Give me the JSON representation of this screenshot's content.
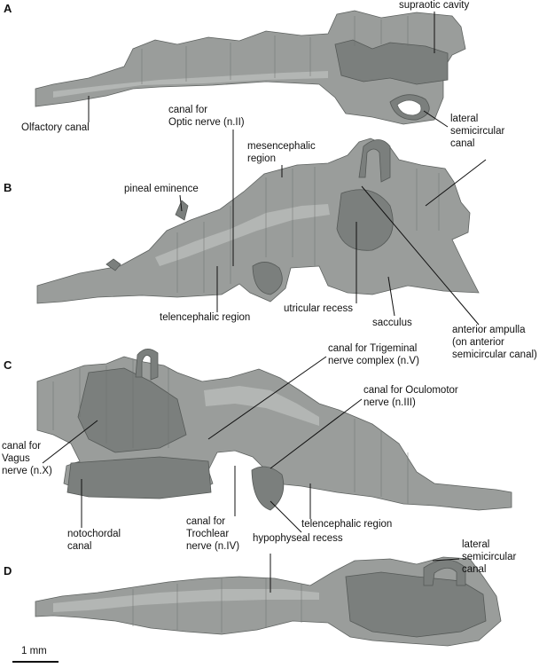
{
  "panels": {
    "A": {
      "letter": "A",
      "labels": {
        "supraotic_cavity": "supraotic cavity",
        "olfactory_canal": "Olfactory canal",
        "lateral_scc": [
          "lateral",
          "semicircular",
          "canal"
        ]
      }
    },
    "B": {
      "letter": "B",
      "labels": {
        "optic": [
          "canal for",
          "Optic nerve (n.II)"
        ],
        "mesencephalic": [
          "mesencephalic",
          "region"
        ],
        "pineal": "pineal eminence",
        "telencephalic": "telencephalic region",
        "utricular": "utricular recess",
        "sacculus": "sacculus",
        "anterior_ampulla": [
          "anterior ampulla",
          "(on anterior",
          "semicircular canal)"
        ]
      }
    },
    "C": {
      "letter": "C",
      "labels": {
        "trigeminal": [
          "canal for Trigeminal",
          "nerve complex (n.V)"
        ],
        "oculomotor": [
          "canal for Oculomotor",
          "nerve (n.III)"
        ],
        "vagus": [
          "canal for",
          "Vagus",
          "nerve (n.X)"
        ],
        "notochordal": [
          "notochordal",
          "canal"
        ],
        "trochlear": [
          "canal for",
          "Trochlear",
          "nerve (n.IV)"
        ],
        "hypophyseal": "hypophyseal recess",
        "telencephalic": "telencephalic region"
      }
    },
    "D": {
      "letter": "D",
      "labels": {
        "lateral_scc": [
          "lateral",
          "semicircular",
          "canal"
        ]
      }
    }
  },
  "scale_bar": {
    "label": "1 mm"
  },
  "colors": {
    "specimen": "#9a9d9b",
    "specimen_edge": "#5e6260",
    "text": "#111111"
  }
}
